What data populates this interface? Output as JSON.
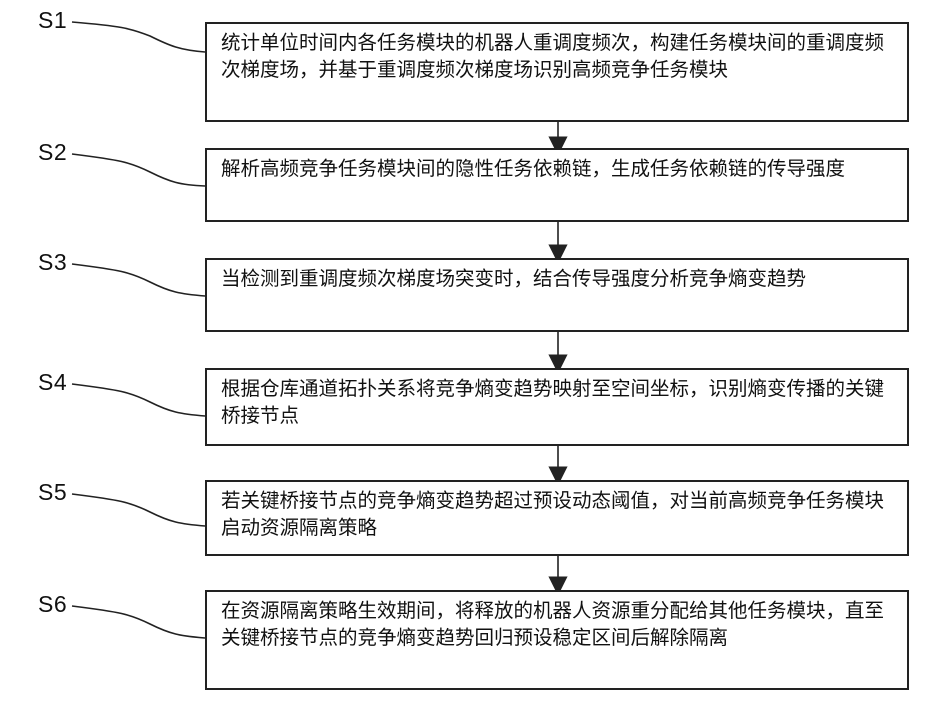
{
  "steps": [
    {
      "id": "S1",
      "text": "统计单位时间内各任务模块的机器人重调度频次，构建任务模块间的重调度频次梯度场，并基于重调度频次梯度场识别高频竞争任务模块"
    },
    {
      "id": "S2",
      "text": "解析高频竞争任务模块间的隐性任务依赖链，生成任务依赖链的传导强度"
    },
    {
      "id": "S3",
      "text": "当检测到重调度频次梯度场突变时，结合传导强度分析竞争熵变趋势"
    },
    {
      "id": "S4",
      "text": "根据仓库通道拓扑关系将竞争熵变趋势映射至空间坐标，识别熵变传播的关键桥接节点"
    },
    {
      "id": "S5",
      "text": "若关键桥接节点的竞争熵变趋势超过预设动态阈值，对当前高频竞争任务模块启动资源隔离策略"
    },
    {
      "id": "S6",
      "text": "在资源隔离策略生效期间，将释放的机器人资源重分配给其他任务模块，直至关键桥接节点的竞争熵变趋势回归预设稳定区间后解除隔离"
    }
  ]
}
